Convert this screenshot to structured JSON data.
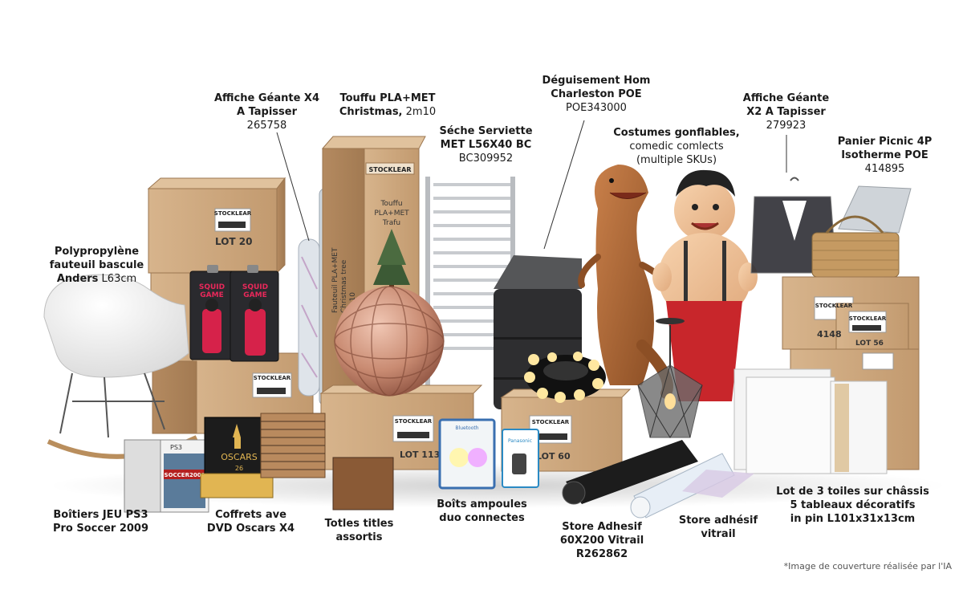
{
  "labels": {
    "affiche_x4": {
      "line1": "Affiche Géante X4",
      "line2": "A Tapisser",
      "ref": "265758"
    },
    "touffu": {
      "line1": "Touffu PLA+MET",
      "line2": "Christmas,",
      "line2_rest": " 2m10"
    },
    "seche": {
      "line1": "Séche Serviette",
      "line2": "MET L56X40 BC",
      "ref": "BC309952"
    },
    "deguisement": {
      "line1": "Déguisement Hom",
      "line2": "Charleston POE",
      "ref": "POE343000"
    },
    "costumes": {
      "line1": "Costumes gonflables,",
      "line2": "comedic comlects",
      "line3": "(multiple SKUs)"
    },
    "affiche_x2": {
      "line1": "Affiche Géante",
      "line2": "X2 A Tapisser",
      "ref": "279923"
    },
    "panier": {
      "line1": "Panier Picnic 4P",
      "line2": "Isotherme POE",
      "ref": "414895"
    },
    "fauteuil": {
      "line1": "Polypropylène",
      "line2": "fauteuil bascule",
      "line3": "Anders",
      "line3_rest": " L63cm"
    },
    "boitiers": {
      "line1": "Boîtiers JEU PS3",
      "line2": "Pro Soccer 2009"
    },
    "coffrets": {
      "line1": "Coffrets ave",
      "line2": "DVD Oscars X4"
    },
    "totles": {
      "line1": "Totles titles",
      "line2": "assortis"
    },
    "boits": {
      "line1": "Boîts ampoules",
      "line2": "duo connectes"
    },
    "store_adhesif": {
      "line1": "Store Adhesif",
      "line2": "60X200 Vitrail",
      "line3": "R262862"
    },
    "store_vitrail": {
      "line1": "Store adhésif",
      "line2": "vitrail"
    },
    "toiles": {
      "line1": "Lot de 3 toiles sur châssis",
      "line2": "5 tableaux décoratifs",
      "line3": "in pin L101x31x13cm"
    }
  },
  "box_texts": {
    "brand": "STOCKLEAR",
    "lot20": "LOT 20",
    "lot113": "LOT 113",
    "lot60": "LOT 60",
    "lot56": "LOT 56",
    "lot414": "4148",
    "tree_box_side": "Fauteuil PLA+MET",
    "tree_box_side2": "Christmas tree",
    "tree_box_side3": "2m10",
    "tree_box_front1": "Touffu",
    "tree_box_front2": "PLA+MET",
    "tree_box_front3": "Trafu",
    "squid1": "SQUID",
    "squid2": "GAME",
    "oscars": "OSCARS",
    "oscars_num": "26",
    "soccer": "SOCCER2009",
    "ps3": "PS3",
    "bulb_brand": "Bluetooth",
    "plug_text": "Panasonic"
  },
  "footer": "*Image de couverture réalisée par l'IA",
  "colors": {
    "cardboard": "#c9a27a",
    "cardboard_dark": "#a67c55",
    "copper": "#c88a73",
    "trex": "#b06a35",
    "red_pants": "#c8262b",
    "black": "#222222"
  }
}
